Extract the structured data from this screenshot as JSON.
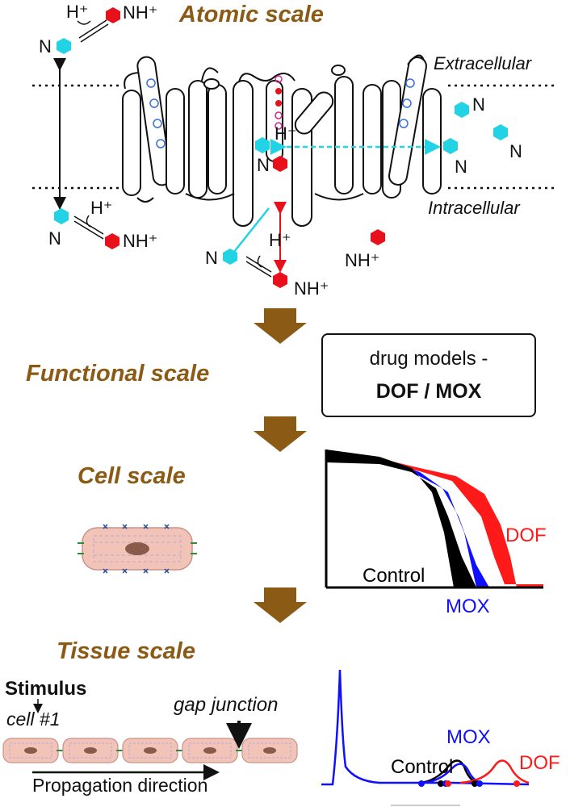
{
  "titles": {
    "atomic": "Atomic scale",
    "functional": "Functional scale",
    "cell": "Cell scale",
    "tissue": "Tissue scale"
  },
  "atomic": {
    "extracellular": "Extracellular",
    "intracellular": "Intracellular",
    "molecules": {
      "n": "N",
      "h_plus": "H⁺",
      "nh_plus": "NH⁺"
    }
  },
  "drug_box": {
    "line1": "drug models -",
    "line2": "DOF / MOX"
  },
  "cell_chart": {
    "labels": {
      "dof": "DOF",
      "control": "Control",
      "mox": "MOX"
    },
    "colors": {
      "dof": "#ff1a1a",
      "control": "#000000",
      "mox": "#1010ff"
    }
  },
  "tissue": {
    "stimulus": "Stimulus",
    "cell1": "cell #1",
    "gap_junction": "gap junction",
    "propagation": "Propagation direction",
    "chart_labels": {
      "mox": "MOX",
      "control": "Control",
      "dof": "DOF"
    }
  },
  "colors": {
    "title_brown": "#8b5a14",
    "cyan": "#22d3e6",
    "red": "#e8101a",
    "cell_fill": "#f2c4b8"
  }
}
